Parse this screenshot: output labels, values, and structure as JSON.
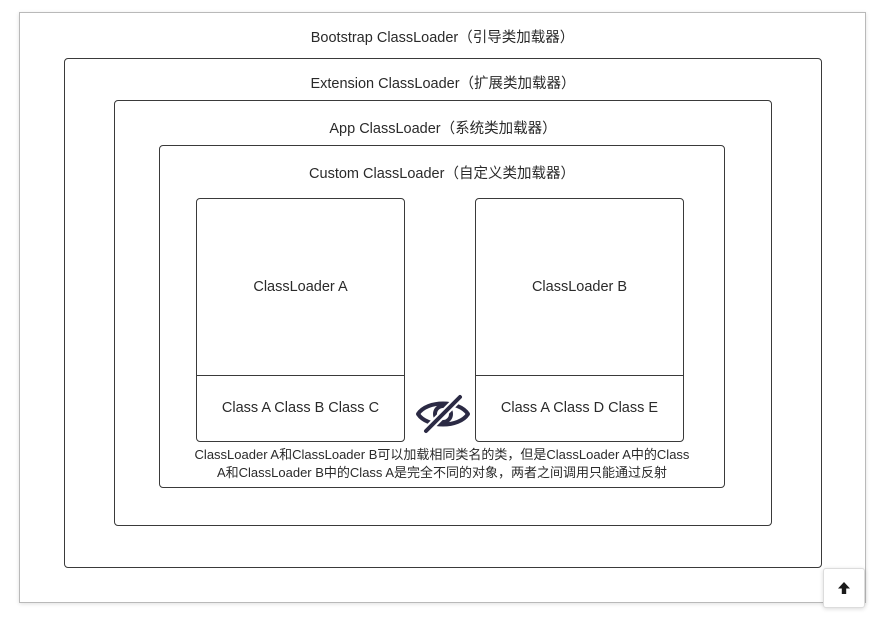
{
  "bootstrap": {
    "label": "Bootstrap ClassLoader（引导类加载器）"
  },
  "extension": {
    "label": "Extension ClassLoader（扩展类加载器）"
  },
  "app": {
    "label": "App ClassLoader（系统类加载器）"
  },
  "custom": {
    "label": "Custom ClassLoader（自定义类加载器）"
  },
  "loader_a": {
    "title": "ClassLoader A",
    "classes": "Class A Class B Class C"
  },
  "loader_b": {
    "title": "ClassLoader B",
    "classes": "Class A Class D Class E"
  },
  "note": {
    "line1": "ClassLoader A和ClassLoader B可以加载相同类名的类，但是ClassLoader A中的Class",
    "line2": "A和ClassLoader B中的Class A是完全不同的对象，两者之间调用只能通过反射"
  },
  "icons": {
    "visibility": "eye-slash-icon",
    "scroll_top": "arrow-up-icon"
  },
  "colors": {
    "border": "#3a3a3a",
    "icon": "#2b2a44"
  }
}
